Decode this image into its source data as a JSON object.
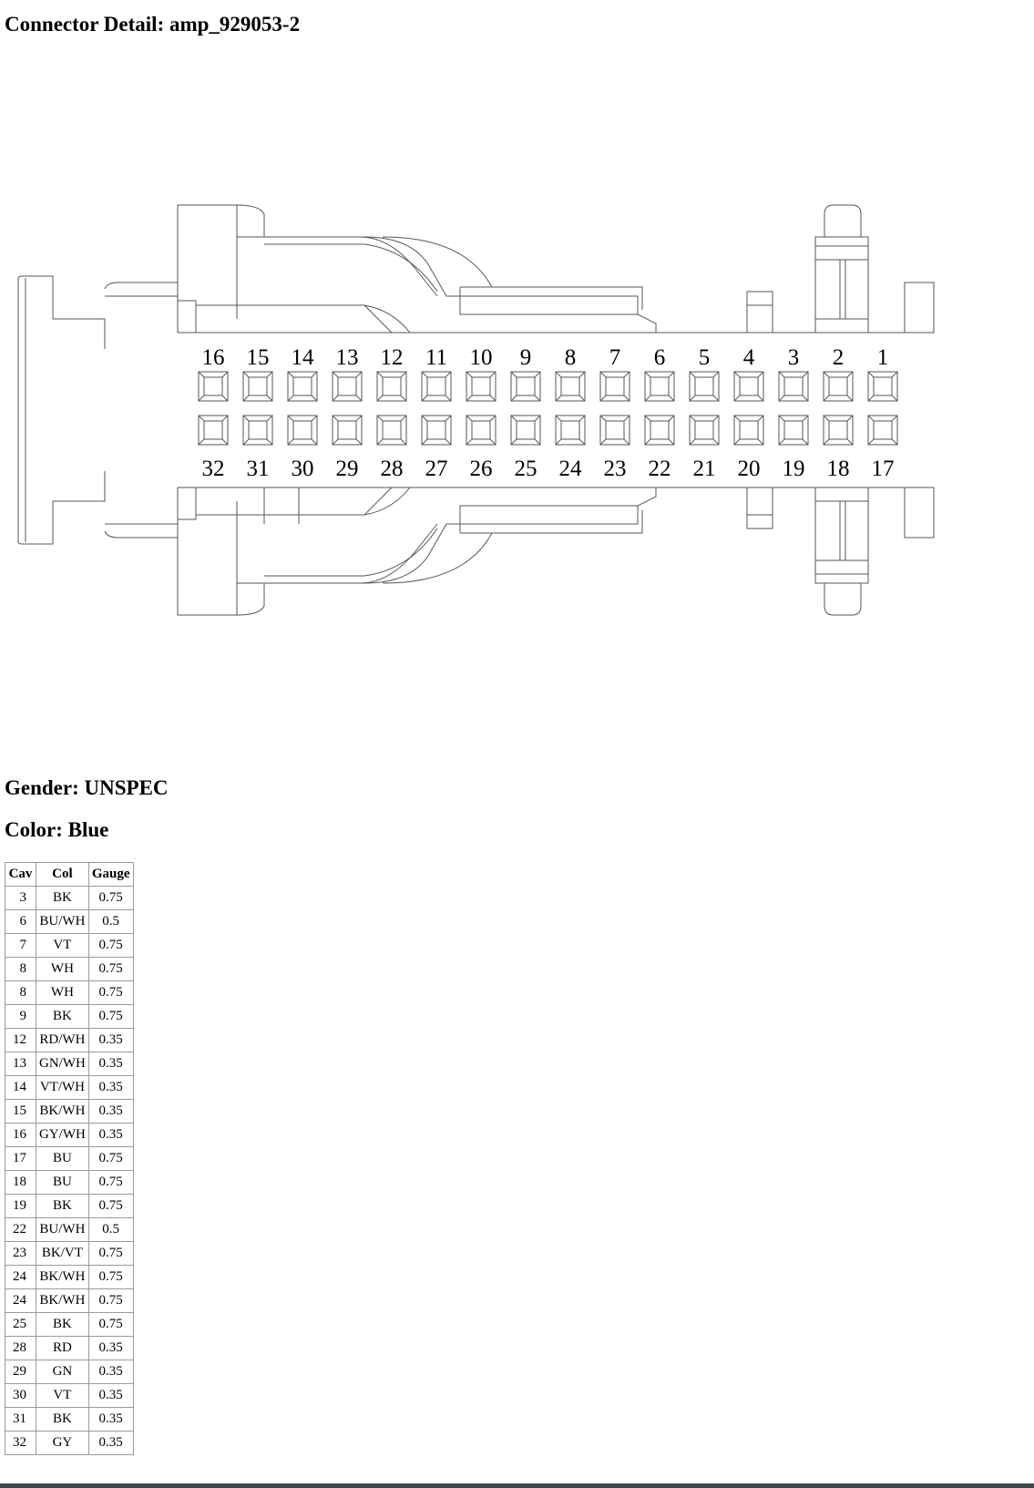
{
  "page": {
    "title": "Connector Detail: amp_929053-2"
  },
  "connector": {
    "gender_text": "Gender: UNSPEC",
    "color_text": "Color: Blue",
    "top_row_cavities": [
      "16",
      "15",
      "14",
      "13",
      "12",
      "11",
      "10",
      "9",
      "8",
      "7",
      "6",
      "5",
      "4",
      "3",
      "2",
      "1"
    ],
    "bottom_row_cavities": [
      "32",
      "31",
      "30",
      "29",
      "28",
      "27",
      "26",
      "25",
      "24",
      "23",
      "22",
      "21",
      "20",
      "19",
      "18",
      "17"
    ]
  },
  "table": {
    "headers": [
      "Cav",
      "Col",
      "Gauge"
    ],
    "rows": [
      [
        "3",
        "BK",
        "0.75"
      ],
      [
        "6",
        "BU/WH",
        "0.5"
      ],
      [
        "7",
        "VT",
        "0.75"
      ],
      [
        "8",
        "WH",
        "0.75"
      ],
      [
        "8",
        "WH",
        "0.75"
      ],
      [
        "9",
        "BK",
        "0.75"
      ],
      [
        "12",
        "RD/WH",
        "0.35"
      ],
      [
        "13",
        "GN/WH",
        "0.35"
      ],
      [
        "14",
        "VT/WH",
        "0.35"
      ],
      [
        "15",
        "BK/WH",
        "0.35"
      ],
      [
        "16",
        "GY/WH",
        "0.35"
      ],
      [
        "17",
        "BU",
        "0.75"
      ],
      [
        "18",
        "BU",
        "0.75"
      ],
      [
        "19",
        "BK",
        "0.75"
      ],
      [
        "22",
        "BU/WH",
        "0.5"
      ],
      [
        "23",
        "BK/VT",
        "0.75"
      ],
      [
        "24",
        "BK/WH",
        "0.75"
      ],
      [
        "24",
        "BK/WH",
        "0.75"
      ],
      [
        "25",
        "BK",
        "0.75"
      ],
      [
        "28",
        "RD",
        "0.35"
      ],
      [
        "29",
        "GN",
        "0.35"
      ],
      [
        "30",
        "VT",
        "0.35"
      ],
      [
        "31",
        "BK",
        "0.35"
      ],
      [
        "32",
        "GY",
        "0.35"
      ]
    ]
  }
}
